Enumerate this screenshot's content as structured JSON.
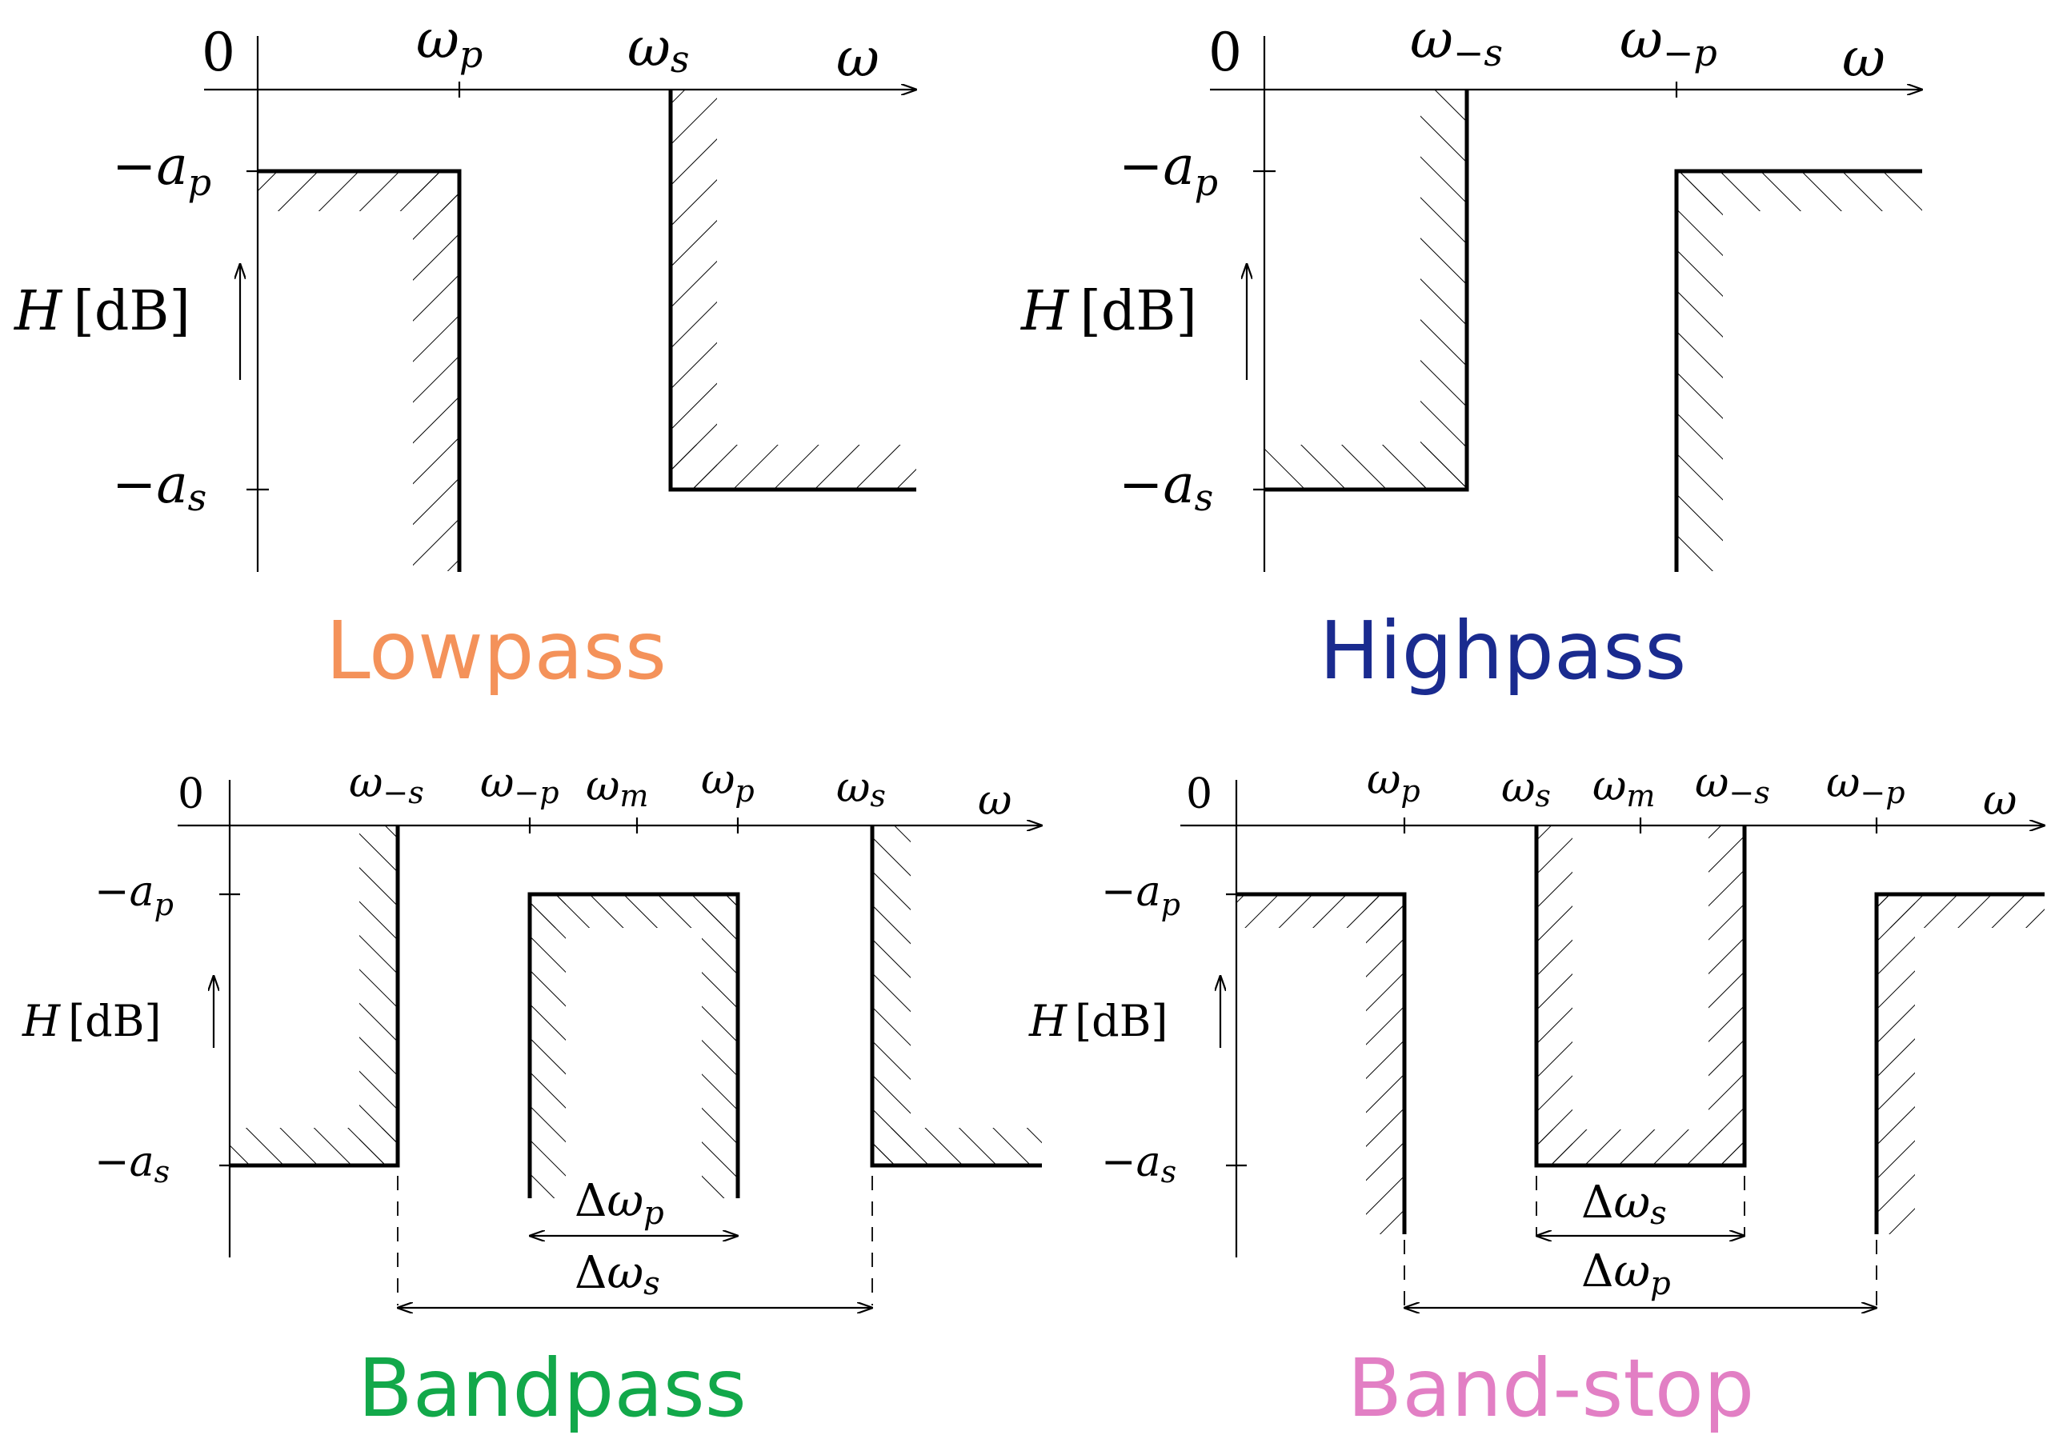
{
  "colors": {
    "lowpass": "#f4925a",
    "highpass": "#1a2b8f",
    "bandpass": "#12a84a",
    "bandstop": "#e27fc4"
  },
  "common": {
    "zero": "0",
    "omega": "ω",
    "H": "H",
    "dB": "[dB]",
    "minus": "−",
    "a": "a",
    "p": "p",
    "s": "s",
    "m": "m",
    "neg_s": "−s",
    "neg_p": "−p",
    "delta": "Δ"
  },
  "panels": {
    "lowpass": {
      "title": "Lowpass"
    },
    "highpass": {
      "title": "Highpass"
    },
    "bandpass": {
      "title": "Bandpass"
    },
    "bandstop": {
      "title": "Band-stop"
    }
  }
}
